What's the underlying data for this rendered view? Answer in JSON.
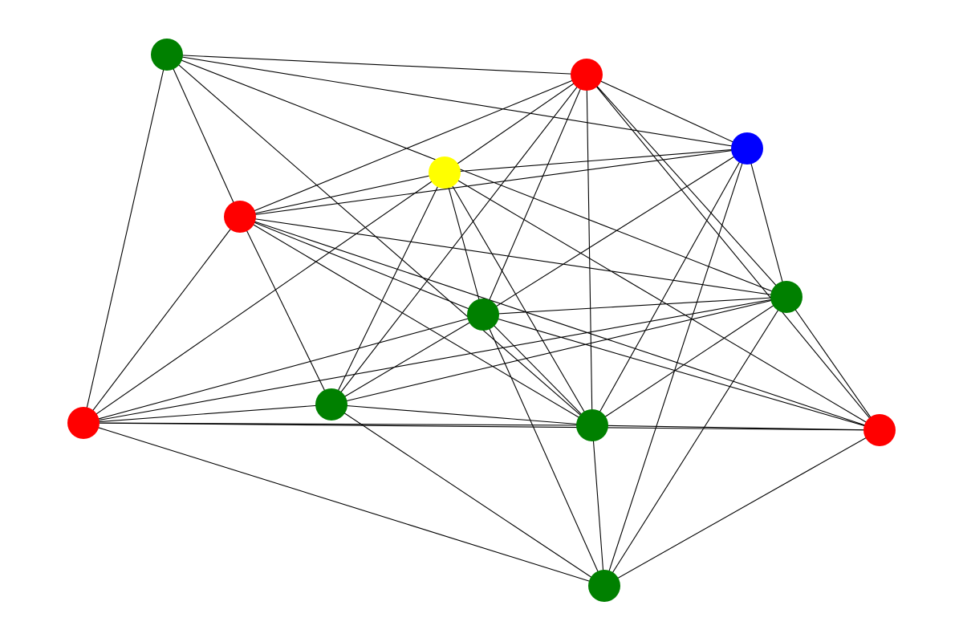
{
  "graph": {
    "colors": {
      "green": "#008000",
      "red": "#ff0000",
      "blue": "#0000ff",
      "yellow": "#ffff00",
      "edge": "#000000",
      "background": "#ffffff"
    },
    "nodes": [
      {
        "id": "n0",
        "color": "green"
      },
      {
        "id": "n1",
        "color": "red"
      },
      {
        "id": "n2",
        "color": "blue"
      },
      {
        "id": "n3",
        "color": "yellow"
      },
      {
        "id": "n4",
        "color": "red"
      },
      {
        "id": "n5",
        "color": "green"
      },
      {
        "id": "n6",
        "color": "green"
      },
      {
        "id": "n7",
        "color": "red"
      },
      {
        "id": "n8",
        "color": "green"
      },
      {
        "id": "n9",
        "color": "green"
      },
      {
        "id": "n10",
        "color": "red"
      },
      {
        "id": "n11",
        "color": "green"
      }
    ],
    "edges": [
      [
        "n0",
        "n1"
      ],
      [
        "n0",
        "n2"
      ],
      [
        "n0",
        "n4"
      ],
      [
        "n0",
        "n6"
      ],
      [
        "n0",
        "n7"
      ],
      [
        "n0",
        "n9"
      ],
      [
        "n1",
        "n2"
      ],
      [
        "n1",
        "n3"
      ],
      [
        "n1",
        "n4"
      ],
      [
        "n1",
        "n5"
      ],
      [
        "n1",
        "n6"
      ],
      [
        "n1",
        "n8"
      ],
      [
        "n1",
        "n9"
      ],
      [
        "n1",
        "n10"
      ],
      [
        "n2",
        "n3"
      ],
      [
        "n2",
        "n4"
      ],
      [
        "n2",
        "n5"
      ],
      [
        "n2",
        "n6"
      ],
      [
        "n2",
        "n9"
      ],
      [
        "n2",
        "n11"
      ],
      [
        "n3",
        "n4"
      ],
      [
        "n3",
        "n5"
      ],
      [
        "n3",
        "n7"
      ],
      [
        "n3",
        "n8"
      ],
      [
        "n3",
        "n9"
      ],
      [
        "n3",
        "n10"
      ],
      [
        "n4",
        "n5"
      ],
      [
        "n4",
        "n6"
      ],
      [
        "n4",
        "n7"
      ],
      [
        "n4",
        "n8"
      ],
      [
        "n4",
        "n9"
      ],
      [
        "n4",
        "n10"
      ],
      [
        "n5",
        "n6"
      ],
      [
        "n5",
        "n7"
      ],
      [
        "n5",
        "n8"
      ],
      [
        "n5",
        "n9"
      ],
      [
        "n5",
        "n10"
      ],
      [
        "n5",
        "n11"
      ],
      [
        "n6",
        "n7"
      ],
      [
        "n6",
        "n8"
      ],
      [
        "n6",
        "n9"
      ],
      [
        "n6",
        "n10"
      ],
      [
        "n6",
        "n11"
      ],
      [
        "n7",
        "n8"
      ],
      [
        "n7",
        "n9"
      ],
      [
        "n7",
        "n10"
      ],
      [
        "n7",
        "n11"
      ],
      [
        "n8",
        "n9"
      ],
      [
        "n8",
        "n11"
      ],
      [
        "n9",
        "n10"
      ],
      [
        "n9",
        "n11"
      ],
      [
        "n10",
        "n11"
      ]
    ]
  }
}
